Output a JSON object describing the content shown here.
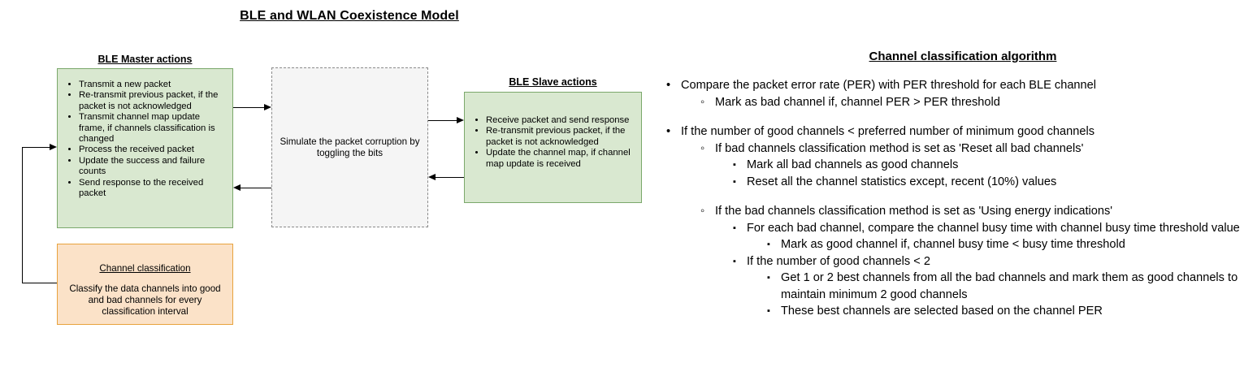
{
  "main_title": "BLE and WLAN Coexistence Model",
  "diagram": {
    "master": {
      "caption": "BLE Master actions",
      "items": [
        "Transmit a new packet",
        "Re-transmit previous packet, if the packet is not acknowledged",
        "Transmit channel map update frame, if channels classification is changed",
        "Process the received packet",
        "Update the success and failure counts",
        "Send response to the received packet"
      ]
    },
    "simulation": {
      "text": "Simulate the packet corruption by toggling the bits"
    },
    "slave": {
      "caption": "BLE Slave actions",
      "items": [
        "Receive packet and send response",
        "Re-transmit previous packet,  if the packet is not acknowledged",
        "Update the channel map, if channel map update is received"
      ]
    },
    "classification": {
      "title": "Channel classification",
      "text": "Classify the data channels into good and bad channels for every classification interval"
    },
    "colors": {
      "actions_fill": "#d9e8d0",
      "actions_border": "#7ba86b",
      "sim_fill": "#f5f5f5",
      "sim_border": "#8a8a8a",
      "classification_fill": "#fbe2c8",
      "classification_border": "#e8a33d",
      "connector": "#000000"
    }
  },
  "algorithm": {
    "title": "Channel classification algorithm",
    "items": [
      {
        "level": 1,
        "marker": "•",
        "text": "Compare the packet error rate (PER) with PER threshold for each BLE channel"
      },
      {
        "level": 2,
        "marker": "◦",
        "text": "Mark as bad channel if, channel PER > PER threshold"
      },
      {
        "level": 1,
        "marker": "•",
        "text": "If the number of good channels < preferred number of minimum good channels",
        "gap_before": true
      },
      {
        "level": 2,
        "marker": "◦",
        "text": "If  bad channels classification method is set as 'Reset all bad channels'"
      },
      {
        "level": 3,
        "marker": "▪",
        "text": "Mark all bad channels as good channels"
      },
      {
        "level": 3,
        "marker": "▪",
        "text": "Reset all the channel statistics except, recent (10%) values"
      },
      {
        "level": 2,
        "marker": "◦",
        "text": "If  the bad channels classification method is set as 'Using energy indications'",
        "gap_before": true
      },
      {
        "level": 3,
        "marker": "▪",
        "text": "For each bad channel, compare the channel busy time with channel busy time threshold value"
      },
      {
        "level": 4,
        "marker": "▪",
        "text": "Mark as good channel if, channel busy time < busy time threshold"
      },
      {
        "level": 3,
        "marker": "▪",
        "text": "If the number of good channels < 2"
      },
      {
        "level": 4,
        "marker": "▪",
        "text": "Get 1 or 2  best channels from all the bad channels and mark them as good channels to maintain minimum 2 good channels"
      },
      {
        "level": 4,
        "marker": "▪",
        "text": "These best channels are selected based on the channel PER"
      }
    ]
  }
}
